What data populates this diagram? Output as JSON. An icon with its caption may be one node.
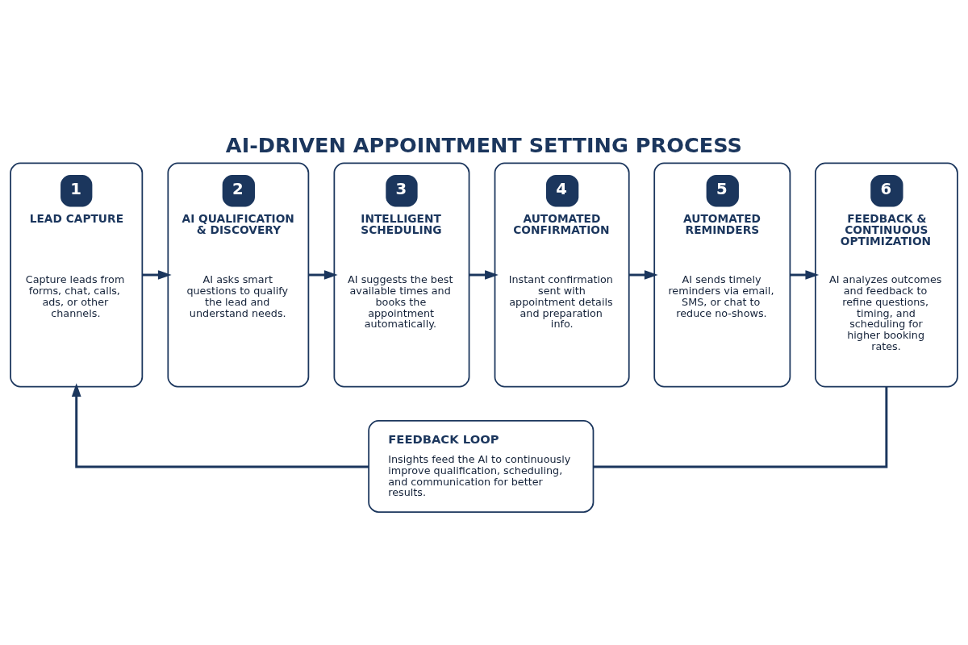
{
  "diagram": {
    "title": "AI-DRIVEN APPOINTMENT SETTING PROCESS",
    "nodes": [
      {
        "text": [
          "1",
          "LEAD CAPTURE",
          "Capture leads from forms, chat, calls, ads, or other channels."
        ]
      },
      {
        "text": [
          "2",
          "AI QUALIFICATION & DISCOVERY",
          "AI asks smart questions to qualify the lead and understand needs."
        ]
      },
      {
        "text": [
          "3",
          "INTELLIGENT SCHEDULING",
          "AI suggests the best available times and books the appointment automatically."
        ]
      },
      {
        "text": [
          "4",
          "AUTOMATED CONFIRMATION",
          "Instant confirmation sent with appointment details and preparation info."
        ]
      },
      {
        "text": [
          "5",
          "AUTOMATED REMINDERS",
          "AI sends timely reminders via email, SMS, or chat to reduce no-shows."
        ]
      },
      {
        "text": [
          "6",
          "FEEDBACK & CONTINUOUS OPTIMIZATION",
          "AI analyzes outcomes and feedback to refine questions, timing, and scheduling for higher booking rates."
        ]
      },
      {
        "text": [
          "FEEDBACK LOOP",
          "Insights feed the AI to continuously improve qualification, scheduling, and communication for better results."
        ]
      }
    ],
    "edges": [
      {
        "from": 0,
        "to": 1,
        "arrow": "to"
      },
      {
        "from": 1,
        "to": 2,
        "arrow": "to"
      },
      {
        "from": 2,
        "to": 3,
        "arrow": "to"
      },
      {
        "from": 3,
        "to": 4,
        "arrow": "to"
      },
      {
        "from": 4,
        "to": 5,
        "arrow": "to"
      },
      {
        "from": 5,
        "to": 6,
        "arrow": "none"
      },
      {
        "from": 6,
        "to": 0,
        "arrow": "to"
      }
    ]
  }
}
